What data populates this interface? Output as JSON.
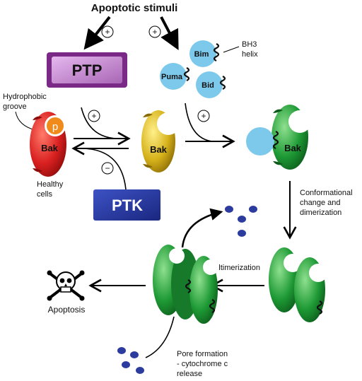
{
  "title": "Apoptotic stimuli",
  "plus_sign": "+",
  "minus_sign": "−",
  "boxes": {
    "ptp": {
      "label": "PTP",
      "color": "#8a2a8a",
      "fill": "#c58ad0"
    },
    "ptk": {
      "label": "PTK",
      "color": "#1f2f8f",
      "fill": "#2e3fa8"
    }
  },
  "bak_label": "Bak",
  "phospho_label": "p",
  "bh3_proteins": [
    "Bim",
    "Puma",
    "Bid"
  ],
  "annotations": {
    "bh3_helix": [
      "BH3",
      "helix"
    ],
    "hydrophobic_groove": [
      "Hydrophobic",
      "groove"
    ],
    "healthy_cells": [
      "Healthy",
      "cells"
    ],
    "conformational": [
      "Conformational",
      "change and",
      "dimerization"
    ],
    "multimerization": "multimerization",
    "apoptosis": "Apoptosis",
    "pore_formation": [
      "Pore formation",
      "- cytochrome c",
      "release"
    ]
  },
  "colors": {
    "bak_red": "#d92020",
    "bak_yellow": "#d6b21a",
    "bak_green": "#1e9a35",
    "bh3_blue": "#7cc9ec",
    "cyto_c": "#2b3c9e",
    "phospho": "#f08a1a"
  }
}
